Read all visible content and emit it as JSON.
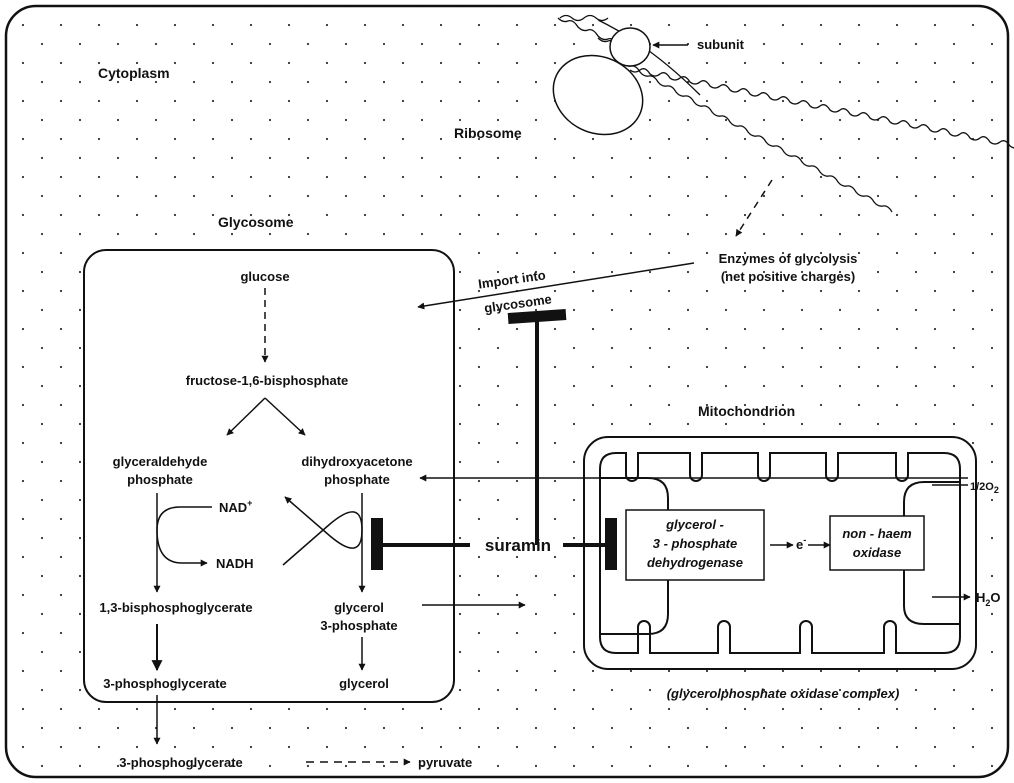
{
  "compartments": {
    "cytoplasm": "Cytoplasm",
    "ribosome": "Ribosome",
    "glycosome": "Glycosome",
    "mitochondrion": "Mitochondrion"
  },
  "ribosome": {
    "subunit": "subunit",
    "enzymes_line1": "Enzymes of glycolysis",
    "enzymes_line2": "(net positive charges)",
    "import_line1": "Import into",
    "import_line2": "glycosome"
  },
  "glycosome": {
    "glucose": "glucose",
    "fructose": "fructose-1,6-bisphosphate",
    "gap_line1": "glyceraldehyde",
    "gap_line2": "phosphate",
    "dhap_line1": "dihydroxyacetone",
    "dhap_line2": "phosphate",
    "nad": "NAD",
    "nad_sup": "+",
    "nadh": "NADH",
    "bpg": "1,3-bisphosphoglycerate",
    "g3p_line1": "glycerol",
    "g3p_line2": "3-phosphate",
    "pg3_inside": "3-phosphoglycerate",
    "glycerol": "glycerol"
  },
  "outside": {
    "pg3": "3-phosphoglycerate",
    "pyruvate": "pyruvate"
  },
  "inhibitor": {
    "suramin": "suramin"
  },
  "mitochondrion": {
    "gpdh_line1": "glycerol -",
    "gpdh_line2": "3 - phosphate",
    "gpdh_line3": "dehydrogenase",
    "electron": "e",
    "electron_sup": "-",
    "oxidase_line1": "non - haem",
    "oxidase_line2": "oxidase",
    "oxygen_pre": "1/2O",
    "oxygen_sub": "2",
    "water_pre": "H",
    "water_sub": "2",
    "water_post": "O",
    "complex": "(glycerolphosphate oxidase complex)"
  }
}
